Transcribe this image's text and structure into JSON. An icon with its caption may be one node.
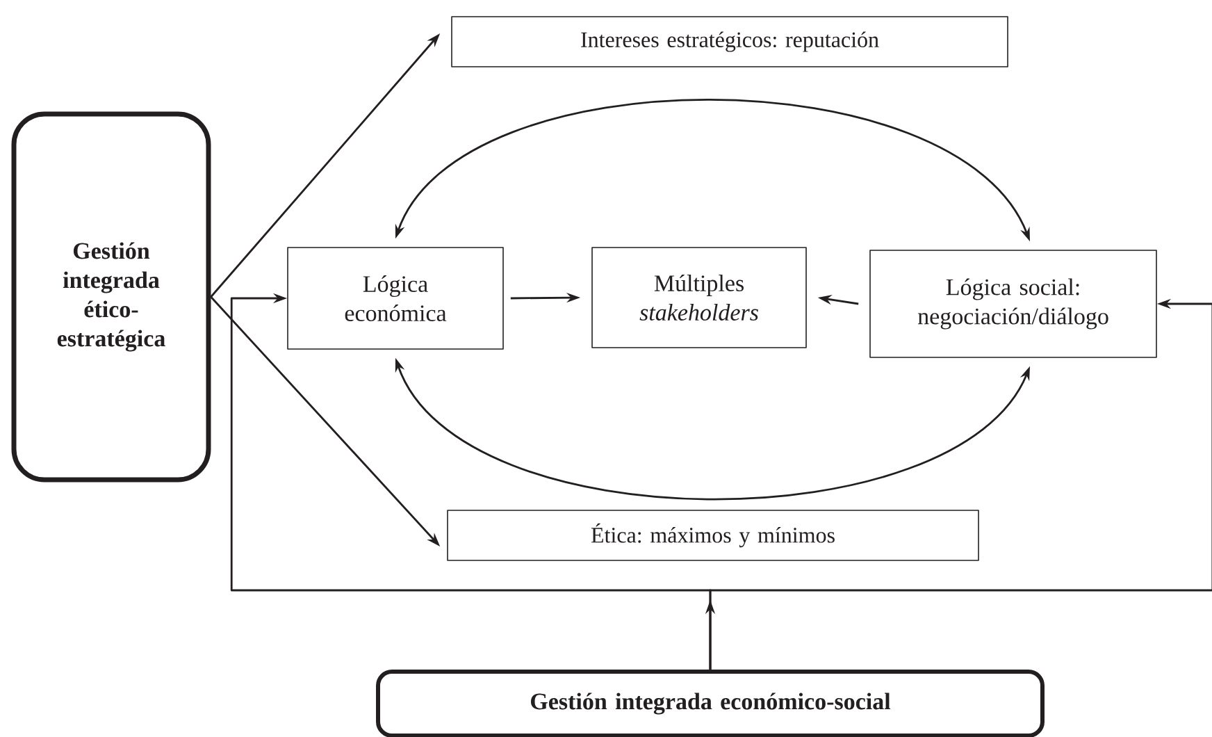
{
  "diagram": {
    "nodes": [
      {
        "text": [
          "Gestión integrada ético-estratégica"
        ]
      },
      {
        "text": [
          "Intereses estratégicos: reputación"
        ]
      },
      {
        "text": [
          "Lógica económica"
        ]
      },
      {
        "text": [
          "Múltiples *stakeholders*"
        ]
      },
      {
        "text": [
          "Lógica social: negociación/diálogo"
        ]
      },
      {
        "text": [
          "Ética: máximos y mínimos"
        ]
      },
      {
        "text": [
          "Gestión integrada económico-social"
        ]
      }
    ],
    "edges": [
      {
        "from": 0,
        "to": 1,
        "arrow": "to"
      },
      {
        "from": 0,
        "to": 5,
        "arrow": "to"
      },
      {
        "from": 2,
        "to": 4,
        "arrow": "both"
      },
      {
        "from": 2,
        "to": 4,
        "arrow": "both"
      },
      {
        "from": 2,
        "to": 3,
        "arrow": "to"
      },
      {
        "from": 4,
        "to": 3,
        "arrow": "to"
      },
      {
        "from": 6,
        "to": 2,
        "arrow": "to"
      },
      {
        "from": 6,
        "to": 4,
        "arrow": "to"
      }
    ]
  }
}
